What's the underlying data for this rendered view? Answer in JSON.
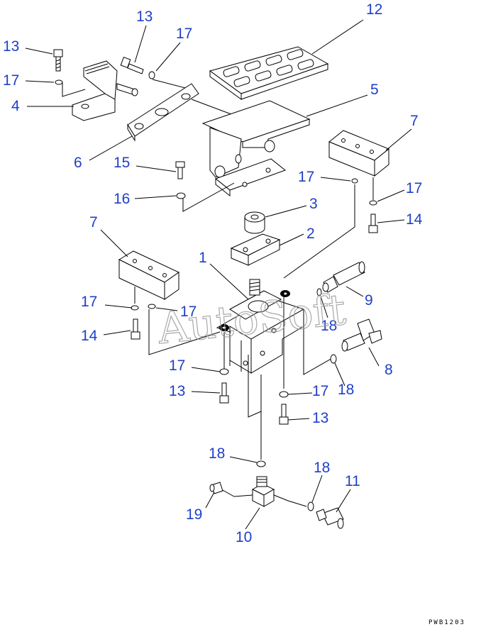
{
  "diagram": {
    "watermark": "AutoSoft",
    "ref_code": "PWB1203",
    "callouts": [
      {
        "id": "c13a",
        "text": "13"
      },
      {
        "id": "c17a",
        "text": "17"
      },
      {
        "id": "c4",
        "text": "4"
      },
      {
        "id": "c13b",
        "text": "13"
      },
      {
        "id": "c17b",
        "text": "17"
      },
      {
        "id": "c12",
        "text": "12"
      },
      {
        "id": "c5",
        "text": "5"
      },
      {
        "id": "c6",
        "text": "6"
      },
      {
        "id": "c15",
        "text": "15"
      },
      {
        "id": "c16",
        "text": "16"
      },
      {
        "id": "c7a",
        "text": "7"
      },
      {
        "id": "c17c",
        "text": "17"
      },
      {
        "id": "c17d",
        "text": "17"
      },
      {
        "id": "c14a",
        "text": "14"
      },
      {
        "id": "c3",
        "text": "3"
      },
      {
        "id": "c2",
        "text": "2"
      },
      {
        "id": "c7b",
        "text": "7"
      },
      {
        "id": "c1",
        "text": "1"
      },
      {
        "id": "c9",
        "text": "9"
      },
      {
        "id": "c18a",
        "text": "18"
      },
      {
        "id": "c17e",
        "text": "17"
      },
      {
        "id": "c17f",
        "text": "17"
      },
      {
        "id": "c14b",
        "text": "14"
      },
      {
        "id": "c8",
        "text": "8"
      },
      {
        "id": "c17g",
        "text": "17"
      },
      {
        "id": "c18b",
        "text": "18"
      },
      {
        "id": "c13c",
        "text": "13"
      },
      {
        "id": "c17h",
        "text": "17"
      },
      {
        "id": "c13d",
        "text": "13"
      },
      {
        "id": "c18c",
        "text": "18"
      },
      {
        "id": "c18d",
        "text": "18"
      },
      {
        "id": "c11",
        "text": "11"
      },
      {
        "id": "c19",
        "text": "19"
      },
      {
        "id": "c10",
        "text": "10"
      }
    ]
  }
}
